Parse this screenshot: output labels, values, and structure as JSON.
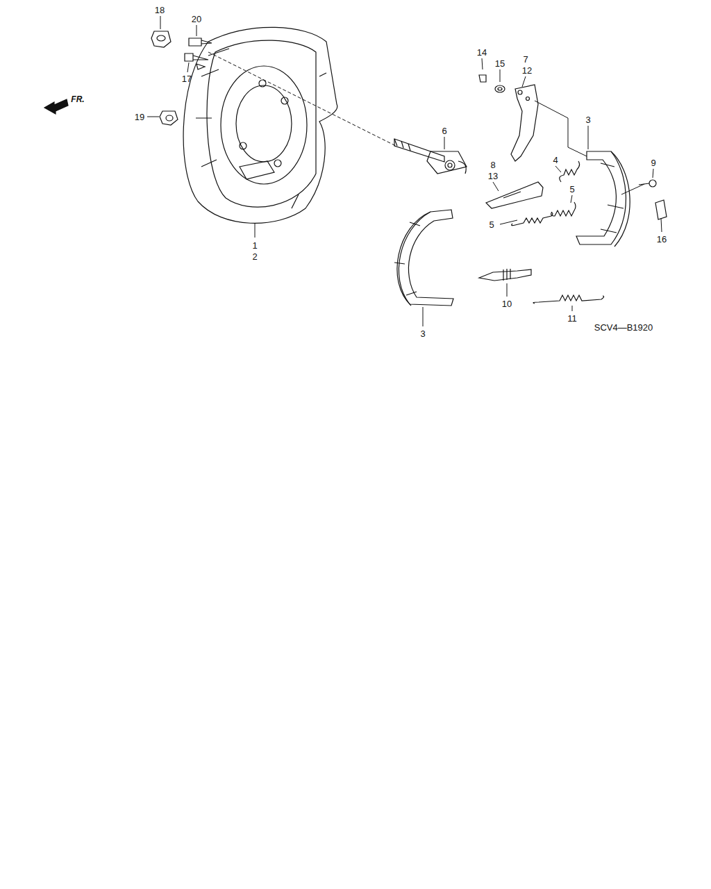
{
  "diagram": {
    "labels": [
      "18",
      "20",
      "17",
      "19",
      "1",
      "2",
      "14",
      "15",
      "7",
      "12",
      "6",
      "3",
      "4",
      "9",
      "8",
      "13",
      "5",
      "5",
      "16",
      "3",
      "10",
      "11",
      "FR.",
      "SCV4—B1920"
    ]
  }
}
